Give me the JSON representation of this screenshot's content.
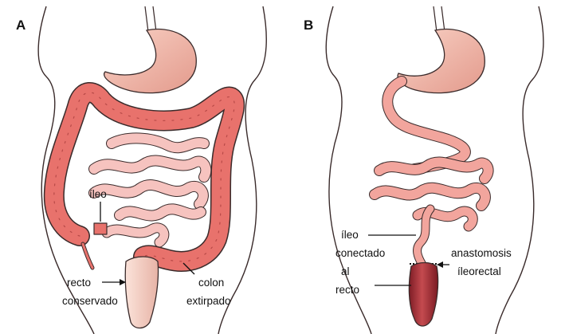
{
  "panel_a": {
    "letter": "A",
    "label_ileo": "íleo",
    "label_recto_1": "recto",
    "label_recto_2": "conservado",
    "label_colon_1": "colon",
    "label_colon_2": "extirpado"
  },
  "panel_b": {
    "letter": "B",
    "label_ileo_1": "íleo",
    "label_ileo_2": "conectado",
    "label_ileo_3": "al",
    "label_ileo_4": "recto",
    "label_anast_1": "anastomosis",
    "label_anast_2": "íleorectal"
  },
  "colors": {
    "colon": "#e8726c",
    "colon_dark": "#b84a48",
    "small_intestine": "#f6c3bf",
    "stomach": "#f1b7a8",
    "rectum_light": "#f3d2c6",
    "rectum_dark": "#a8323a",
    "outline": "#3a2b2b"
  }
}
